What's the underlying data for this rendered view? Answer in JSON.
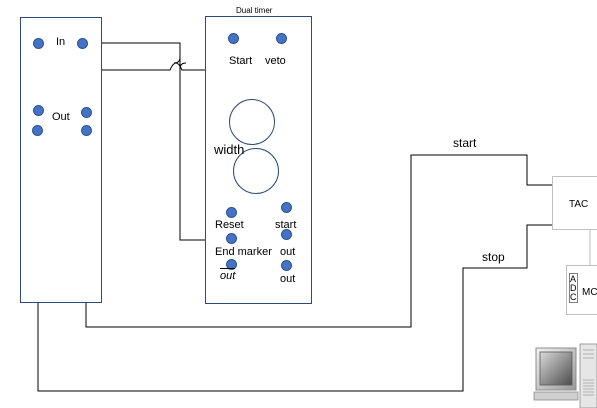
{
  "left_module": {
    "in_label": "In",
    "out_label": "Out"
  },
  "dual_timer": {
    "title": "Dual timer",
    "start_label": "Start",
    "veto_label": "veto",
    "width_label": "width",
    "reset_label": "Reset",
    "start_out_label": "start",
    "end_marker_label": "End marker",
    "out_label_1": "out",
    "out_label_2": "out",
    "out_bar_label": "out"
  },
  "signals": {
    "start_label": "start",
    "stop_label": "stop"
  },
  "tac": {
    "label": "TAC"
  },
  "adc": {
    "letters": "A\nD\nC",
    "mc_label": "MC"
  },
  "computer": {
    "icon": "desktop-computer-icon"
  },
  "colors": {
    "module_border": "#2e4a78",
    "jack_fill": "#4472c4",
    "wire": "#000000"
  }
}
